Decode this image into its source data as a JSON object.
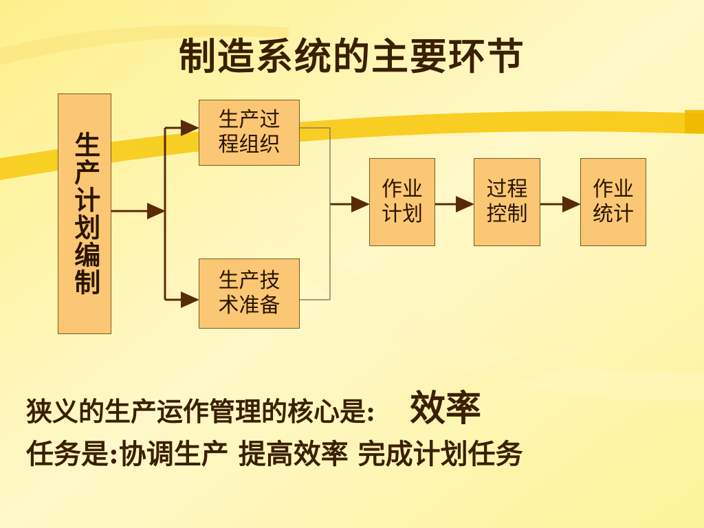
{
  "title": "制造系统的主要环节",
  "boxes": {
    "plan": "生产计划编制",
    "process_org_1": "生产过",
    "process_org_2": "程组织",
    "tech_prep_1": "生产技",
    "tech_prep_2": "术准备",
    "job_plan_1": "作业",
    "job_plan_2": "计划",
    "process_ctrl_1": "过程",
    "process_ctrl_2": "控制",
    "job_stat_1": "作业",
    "job_stat_2": "统计"
  },
  "footer": {
    "line1_label": "狭义的生产运作管理的核心是:",
    "line1_emphasis": "效率",
    "line2": "任务是:协调生产 提高效率 完成计划任务"
  },
  "colors": {
    "box_fill": "#fbc774",
    "arrow": "#5a2a08",
    "text": "#3a1f00"
  }
}
